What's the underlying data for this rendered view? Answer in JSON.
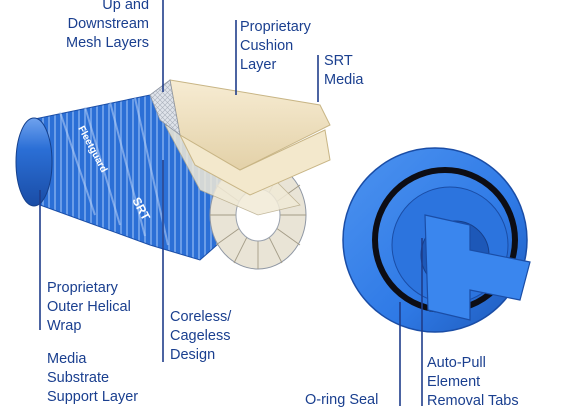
{
  "colors": {
    "label_text": "#1a3f8f",
    "leader_line": "#1f3d8a",
    "cartridge_blue": "#2b6fd6",
    "cap_blue": "#2f7ae6",
    "media_cream": "#efe2c4",
    "mesh_grey": "#c9ced6"
  },
  "labels": {
    "mesh_layers": [
      "Up and",
      "Downstream",
      "Mesh Layers"
    ],
    "cushion_layer": [
      "Proprietary",
      "Cushion",
      "Layer"
    ],
    "srt_media": [
      "SRT",
      "Media"
    ],
    "outer_wrap": [
      "Proprietary",
      "Outer Helical",
      "Wrap"
    ],
    "substrate": [
      "Media",
      "Substrate",
      "Support Layer"
    ],
    "coreless": [
      "Coreless/",
      "Cageless",
      "Design"
    ],
    "oring": [
      "O-ring Seal"
    ],
    "auto_pull": [
      "Auto-Pull",
      "Element",
      "Removal Tabs"
    ]
  },
  "cartridge_branding": [
    "SRT",
    "Fleetguard"
  ]
}
